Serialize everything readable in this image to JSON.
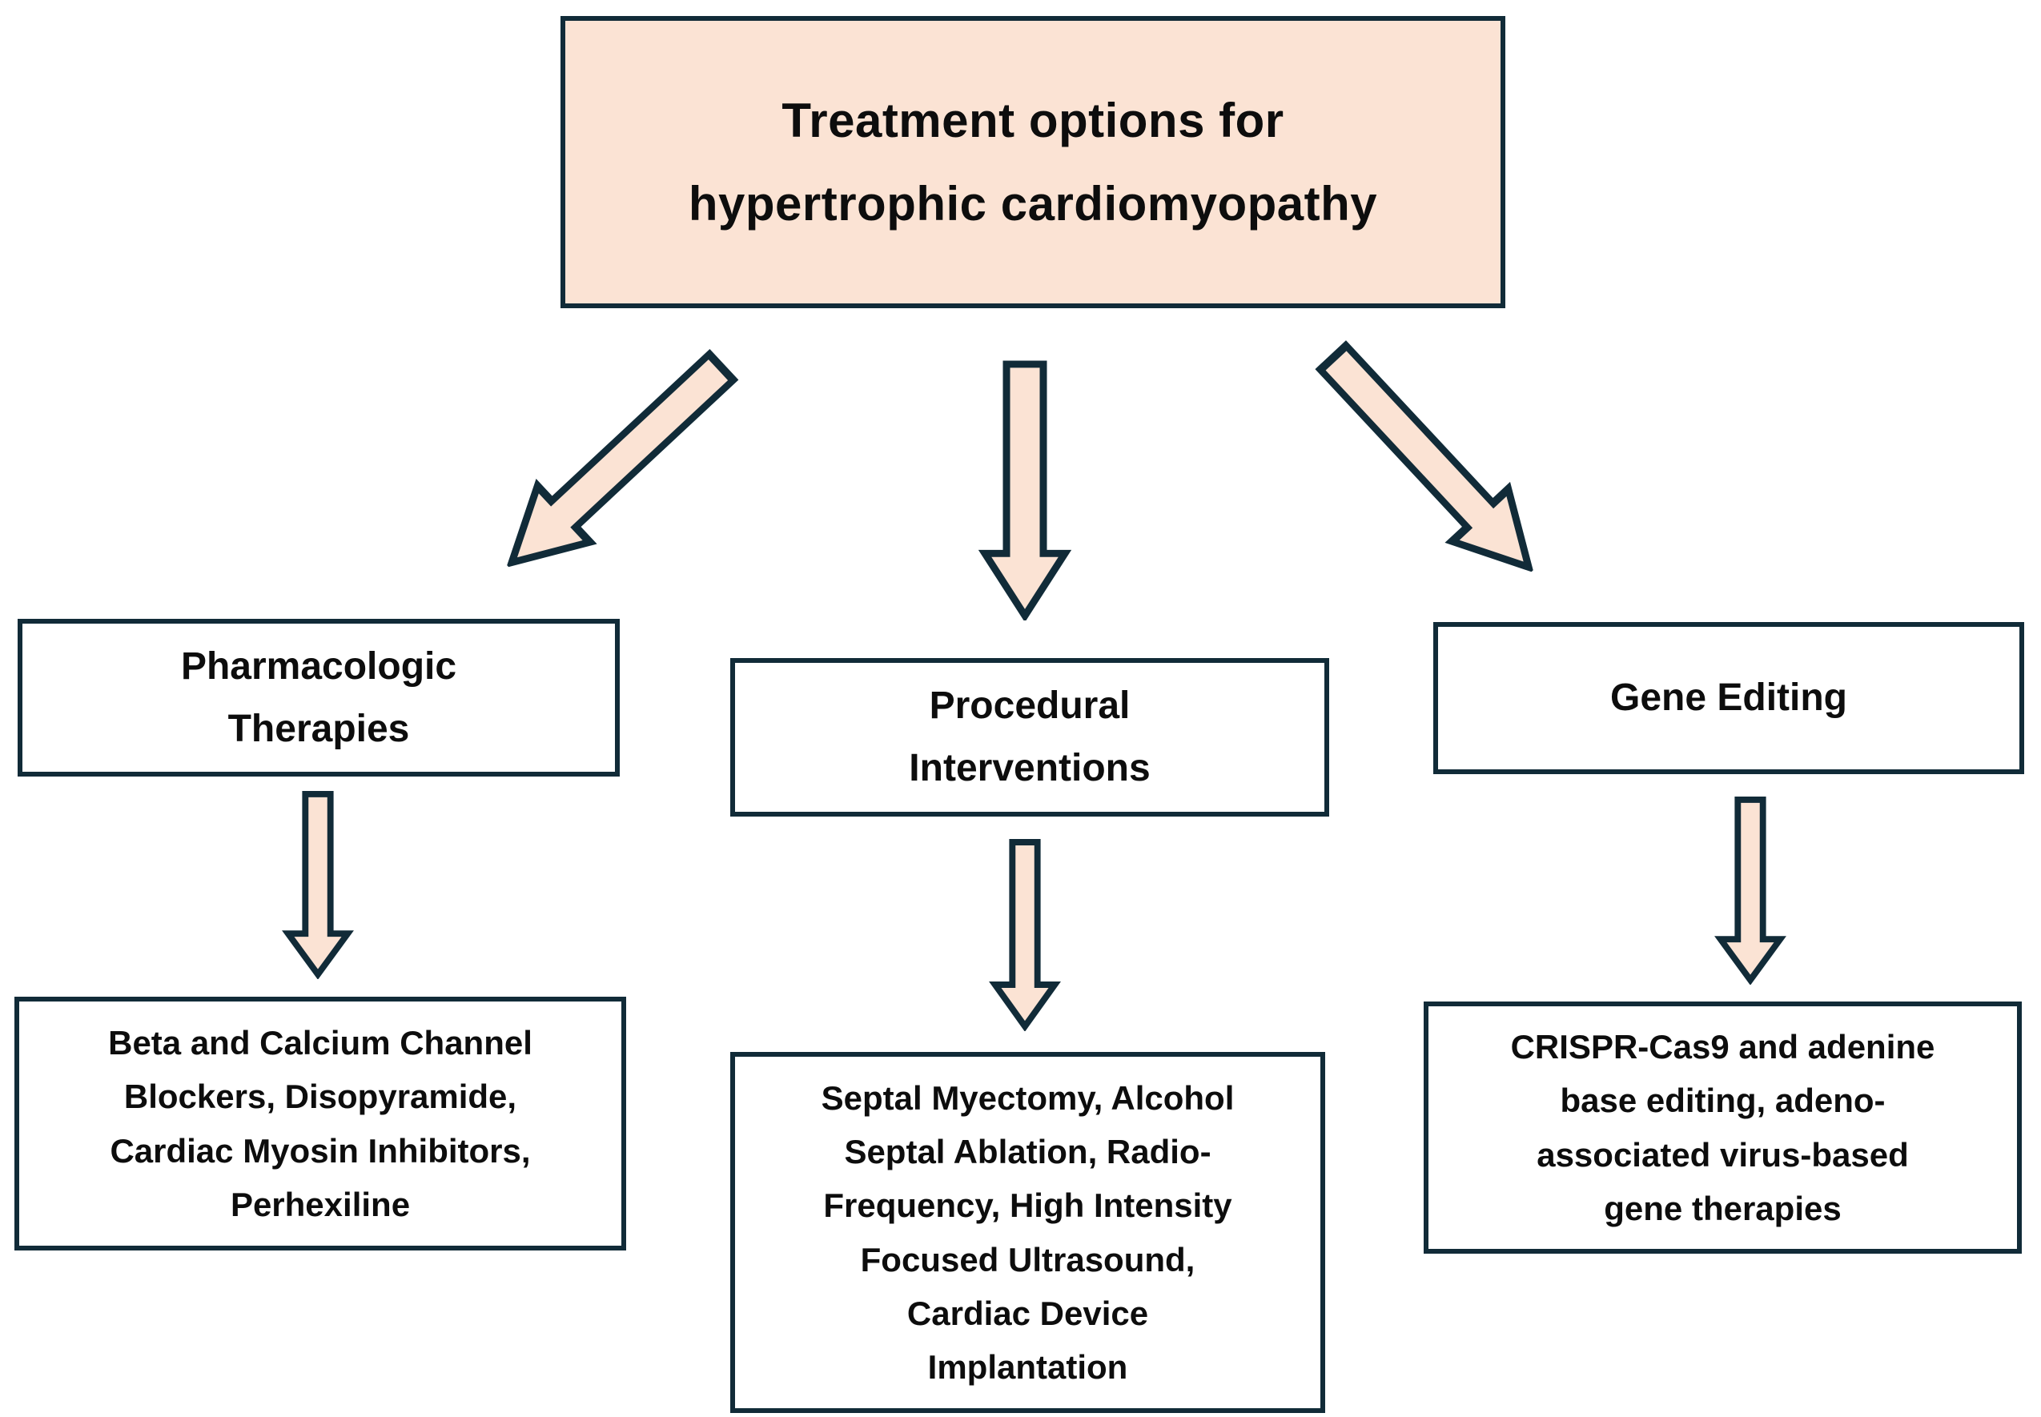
{
  "diagram": {
    "title": {
      "lines": [
        "Treatment options for",
        "hypertrophic cardiomyopathy"
      ]
    },
    "columns": [
      {
        "id": "pharmacologic-therapies",
        "category": {
          "lines": [
            "Pharmacologic",
            "Therapies"
          ]
        },
        "details": {
          "lines": [
            "Beta and Calcium Channel",
            "Blockers, Disopyramide,",
            "Cardiac Myosin Inhibitors,",
            "Perhexiline"
          ]
        }
      },
      {
        "id": "procedural-interventions",
        "category": {
          "lines": [
            "Procedural",
            "Interventions"
          ]
        },
        "details": {
          "lines": [
            "Septal Myectomy, Alcohol",
            "Septal Ablation, Radio-",
            "Frequency, High Intensity",
            "Focused Ultrasound,",
            "Cardiac Device",
            "Implantation"
          ]
        }
      },
      {
        "id": "gene-editing",
        "category": {
          "lines": [
            "Gene Editing"
          ]
        },
        "details": {
          "lines": [
            "CRISPR-Cas9 and adenine",
            "base editing, adeno-",
            "associated virus-based",
            "gene therapies"
          ]
        }
      }
    ],
    "icons": {
      "connector": "block-arrow-down"
    },
    "colors": {
      "background": "#ffffff",
      "peach_fill": "#fbe3d4",
      "border_navy": "#112b38",
      "branch_box_fill": "#ffffff",
      "text": "#0d0d0d"
    }
  }
}
